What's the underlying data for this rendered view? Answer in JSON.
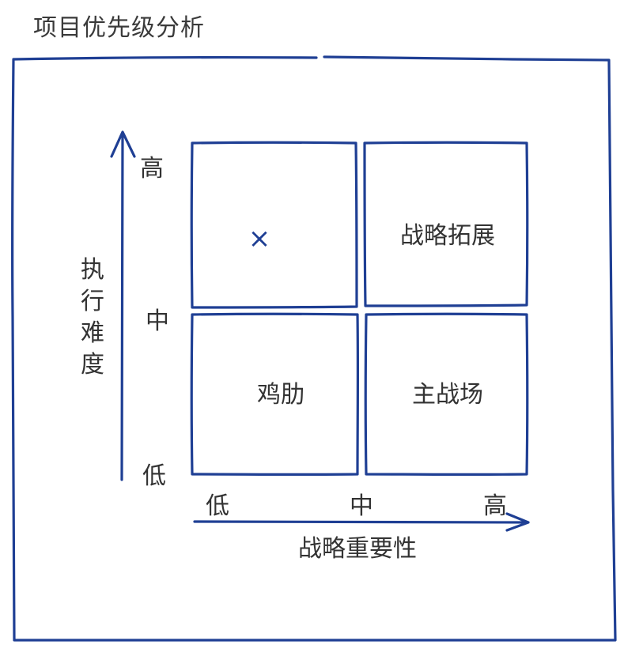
{
  "title": "项目优先级分析",
  "y_axis": {
    "title": "执\n行\n难\n度",
    "ticks": [
      "高",
      "中",
      "低"
    ]
  },
  "x_axis": {
    "title": "战略重要性",
    "ticks": [
      "低",
      "中",
      "高"
    ]
  },
  "quadrants": {
    "top_left_mark": "×",
    "top_right": "战略拓展",
    "bottom_left": "鸡肋",
    "bottom_right": "主战场"
  },
  "colors": {
    "stroke": "#1f3f94",
    "text": "#333333"
  }
}
